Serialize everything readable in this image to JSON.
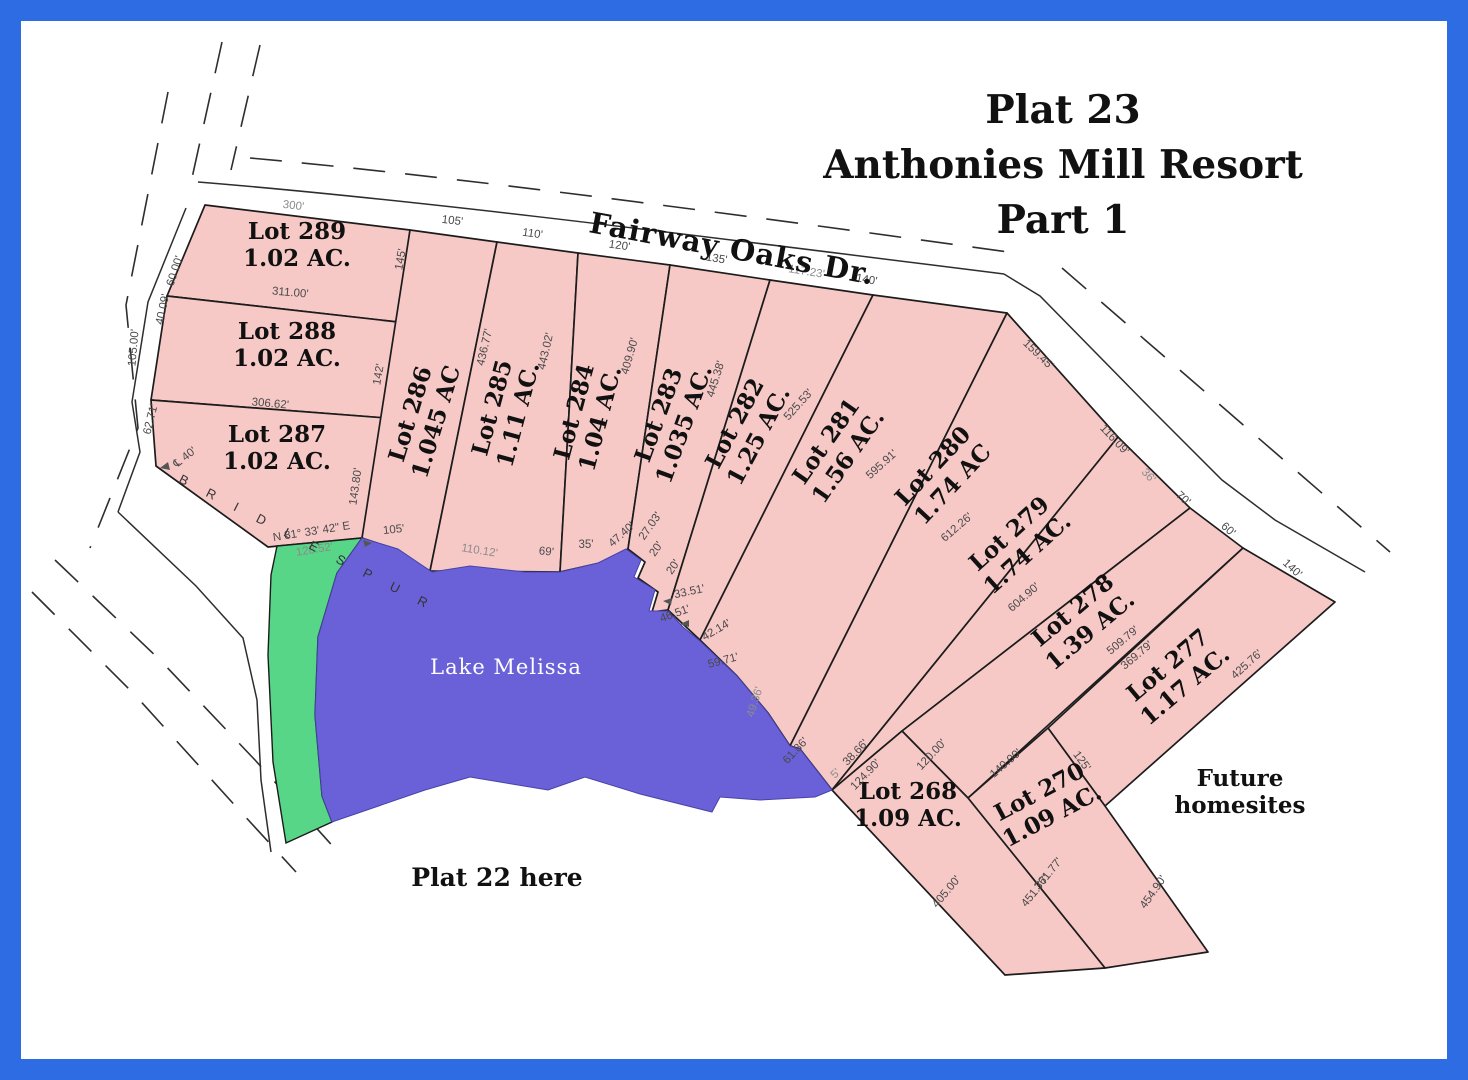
{
  "title": {
    "line1": "Plat 23",
    "line2": "Anthonies Mill Resort",
    "line3": "Part 1"
  },
  "labels": {
    "road_name": "Fairway Oaks Dr.",
    "street_name": "B R I D L E S P U R",
    "centerline": "℄ 40'",
    "lake_name": "Lake Melissa",
    "plat22": "Plat 22 here",
    "future_line1": "Future",
    "future_line2": "homesites"
  },
  "colors": {
    "frame_blue": "#2e6ce4",
    "lot_pink": "#f6c9c7",
    "lake_blue": "#6a61d8",
    "common_green": "#57d688"
  },
  "lots": [
    {
      "id": "Lot 289",
      "area": "1.02 AC."
    },
    {
      "id": "Lot 288",
      "area": "1.02 AC."
    },
    {
      "id": "Lot 287",
      "area": "1.02 AC."
    },
    {
      "id": "Lot 286",
      "area": "1.045 AC"
    },
    {
      "id": "Lot 285",
      "area": "1.11 AC."
    },
    {
      "id": "Lot 284",
      "area": "1.04 AC."
    },
    {
      "id": "Lot 283",
      "area": "1.035 AC."
    },
    {
      "id": "Lot 282",
      "area": "1.25 AC."
    },
    {
      "id": "Lot 281",
      "area": "1.56 AC."
    },
    {
      "id": "Lot 280",
      "area": "1.74 AC"
    },
    {
      "id": "Lot 279",
      "area": "1.74 AC."
    },
    {
      "id": "Lot 278",
      "area": "1.39 AC."
    },
    {
      "id": "Lot 277",
      "area": "1.17 AC."
    },
    {
      "id": "Lot 268",
      "area": "1.09 AC."
    },
    {
      "id": "Lot 270",
      "area": "1.09 AC."
    }
  ],
  "dims": [
    "300'",
    "105'",
    "110'",
    "120'",
    "135'",
    "117.23'",
    "140'",
    "159.45'",
    "116.09'",
    "36'",
    "70'",
    "60'",
    "140'",
    "40.09'",
    "60.00'",
    "105.00'",
    "62.71'",
    "311.00'",
    "306.62'",
    "145'",
    "142'",
    "143.80'",
    "℄ 40'",
    "N 81° 33' 42\" E",
    "128.52'",
    "105'",
    "110.12'",
    "69'",
    "35'",
    "47.40'",
    "27.03'",
    "20'",
    "20'",
    "33.51'",
    "46.51'",
    "42.14'",
    "59.71'",
    "49.36'",
    "61.86'",
    "5'",
    "38.66'",
    "124.90'",
    "120.00'",
    "140.00'",
    "125'",
    "361.77'",
    "451.77'",
    "405.00'",
    "454.90'",
    "425.76'",
    "509.79'",
    "369.79'",
    "604.90'",
    "612.26'",
    "595.91'",
    "525.53'",
    "445.38'",
    "409.90'",
    "443.02'",
    "436.77'"
  ]
}
